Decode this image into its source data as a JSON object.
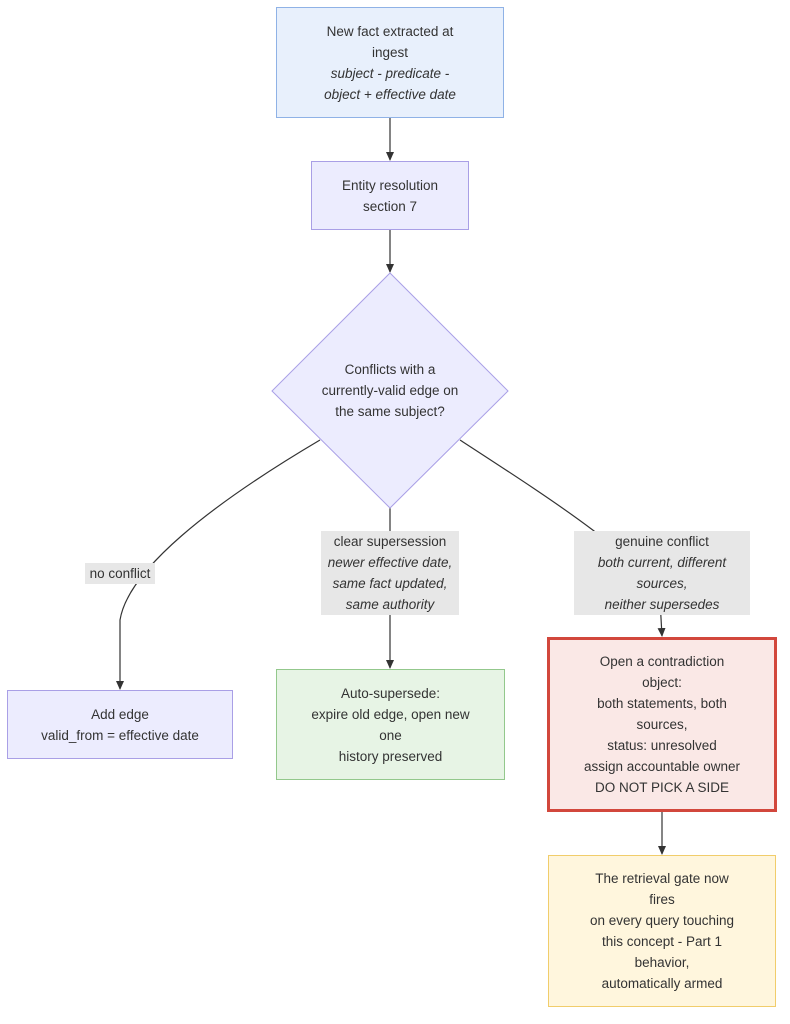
{
  "nodes": {
    "fact": {
      "lines": [
        "New fact extracted at",
        "ingest"
      ],
      "italic_lines": [
        "subject - predicate -",
        "object + effective date"
      ]
    },
    "entity": {
      "lines": [
        "Entity resolution",
        "section 7"
      ]
    },
    "decision": {
      "lines": [
        "Conflicts with a",
        "currently-valid edge on",
        "the same subject?"
      ]
    },
    "add_edge": {
      "lines": [
        "Add edge",
        "valid_from = effective date"
      ]
    },
    "auto": {
      "lines": [
        "Auto-supersede:",
        "expire old edge, open new",
        "one",
        "history preserved"
      ]
    },
    "contradiction": {
      "lines": [
        "Open a contradiction",
        "object:",
        "both statements, both",
        "sources,",
        "status: unresolved",
        "assign accountable owner",
        "DO NOT PICK A SIDE"
      ]
    },
    "retrieval": {
      "lines": [
        "The retrieval gate now",
        "fires",
        "on every query touching",
        "this concept - Part 1",
        "behavior,",
        "automatically armed"
      ]
    }
  },
  "edge_labels": {
    "no_conflict": {
      "lines": [
        "no conflict"
      ]
    },
    "supersession": {
      "lines": [
        "clear supersession"
      ],
      "italic_lines": [
        "newer effective date,",
        "same fact updated,",
        "same authority"
      ]
    },
    "genuine": {
      "lines": [
        "genuine conflict"
      ],
      "italic_lines": [
        "both current, different",
        "sources,",
        "neither supersedes"
      ]
    }
  },
  "colors": {
    "edge": "#333333",
    "blue_fill": "#e8f0fc",
    "purple_fill": "#ececfe",
    "green_fill": "#e7f4e5",
    "red_border": "#d2473c",
    "yellow_fill": "#fff6dd"
  }
}
